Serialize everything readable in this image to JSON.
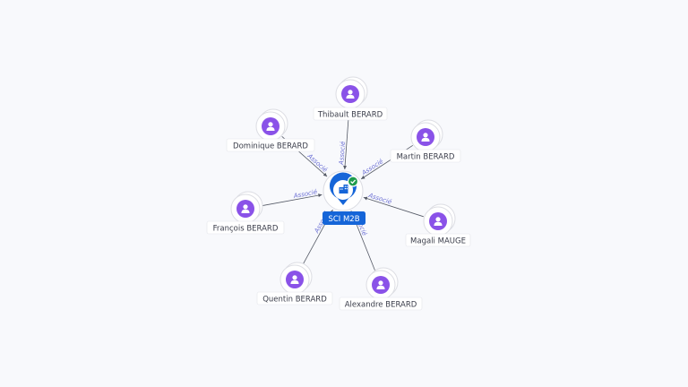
{
  "company": {
    "label": "SCI M2B",
    "icon": "building-icon",
    "verified_icon": "check-badge-icon",
    "accent_color": "#1565d8",
    "verified_color": "#1d9b4c"
  },
  "person_color": "#8a52e8",
  "people": [
    {
      "name": "Thibault BERARD",
      "relation": "Associé"
    },
    {
      "name": "Dominique BERARD",
      "relation": "Associé"
    },
    {
      "name": "Martin BERARD",
      "relation": "Associé"
    },
    {
      "name": "François BERARD",
      "relation": "Associé"
    },
    {
      "name": "Magali MAUGE",
      "relation": "Associé"
    },
    {
      "name": "Quentin BERARD",
      "relation": "Associé"
    },
    {
      "name": "Alexandre BERARD",
      "relation": "Associé"
    }
  ]
}
